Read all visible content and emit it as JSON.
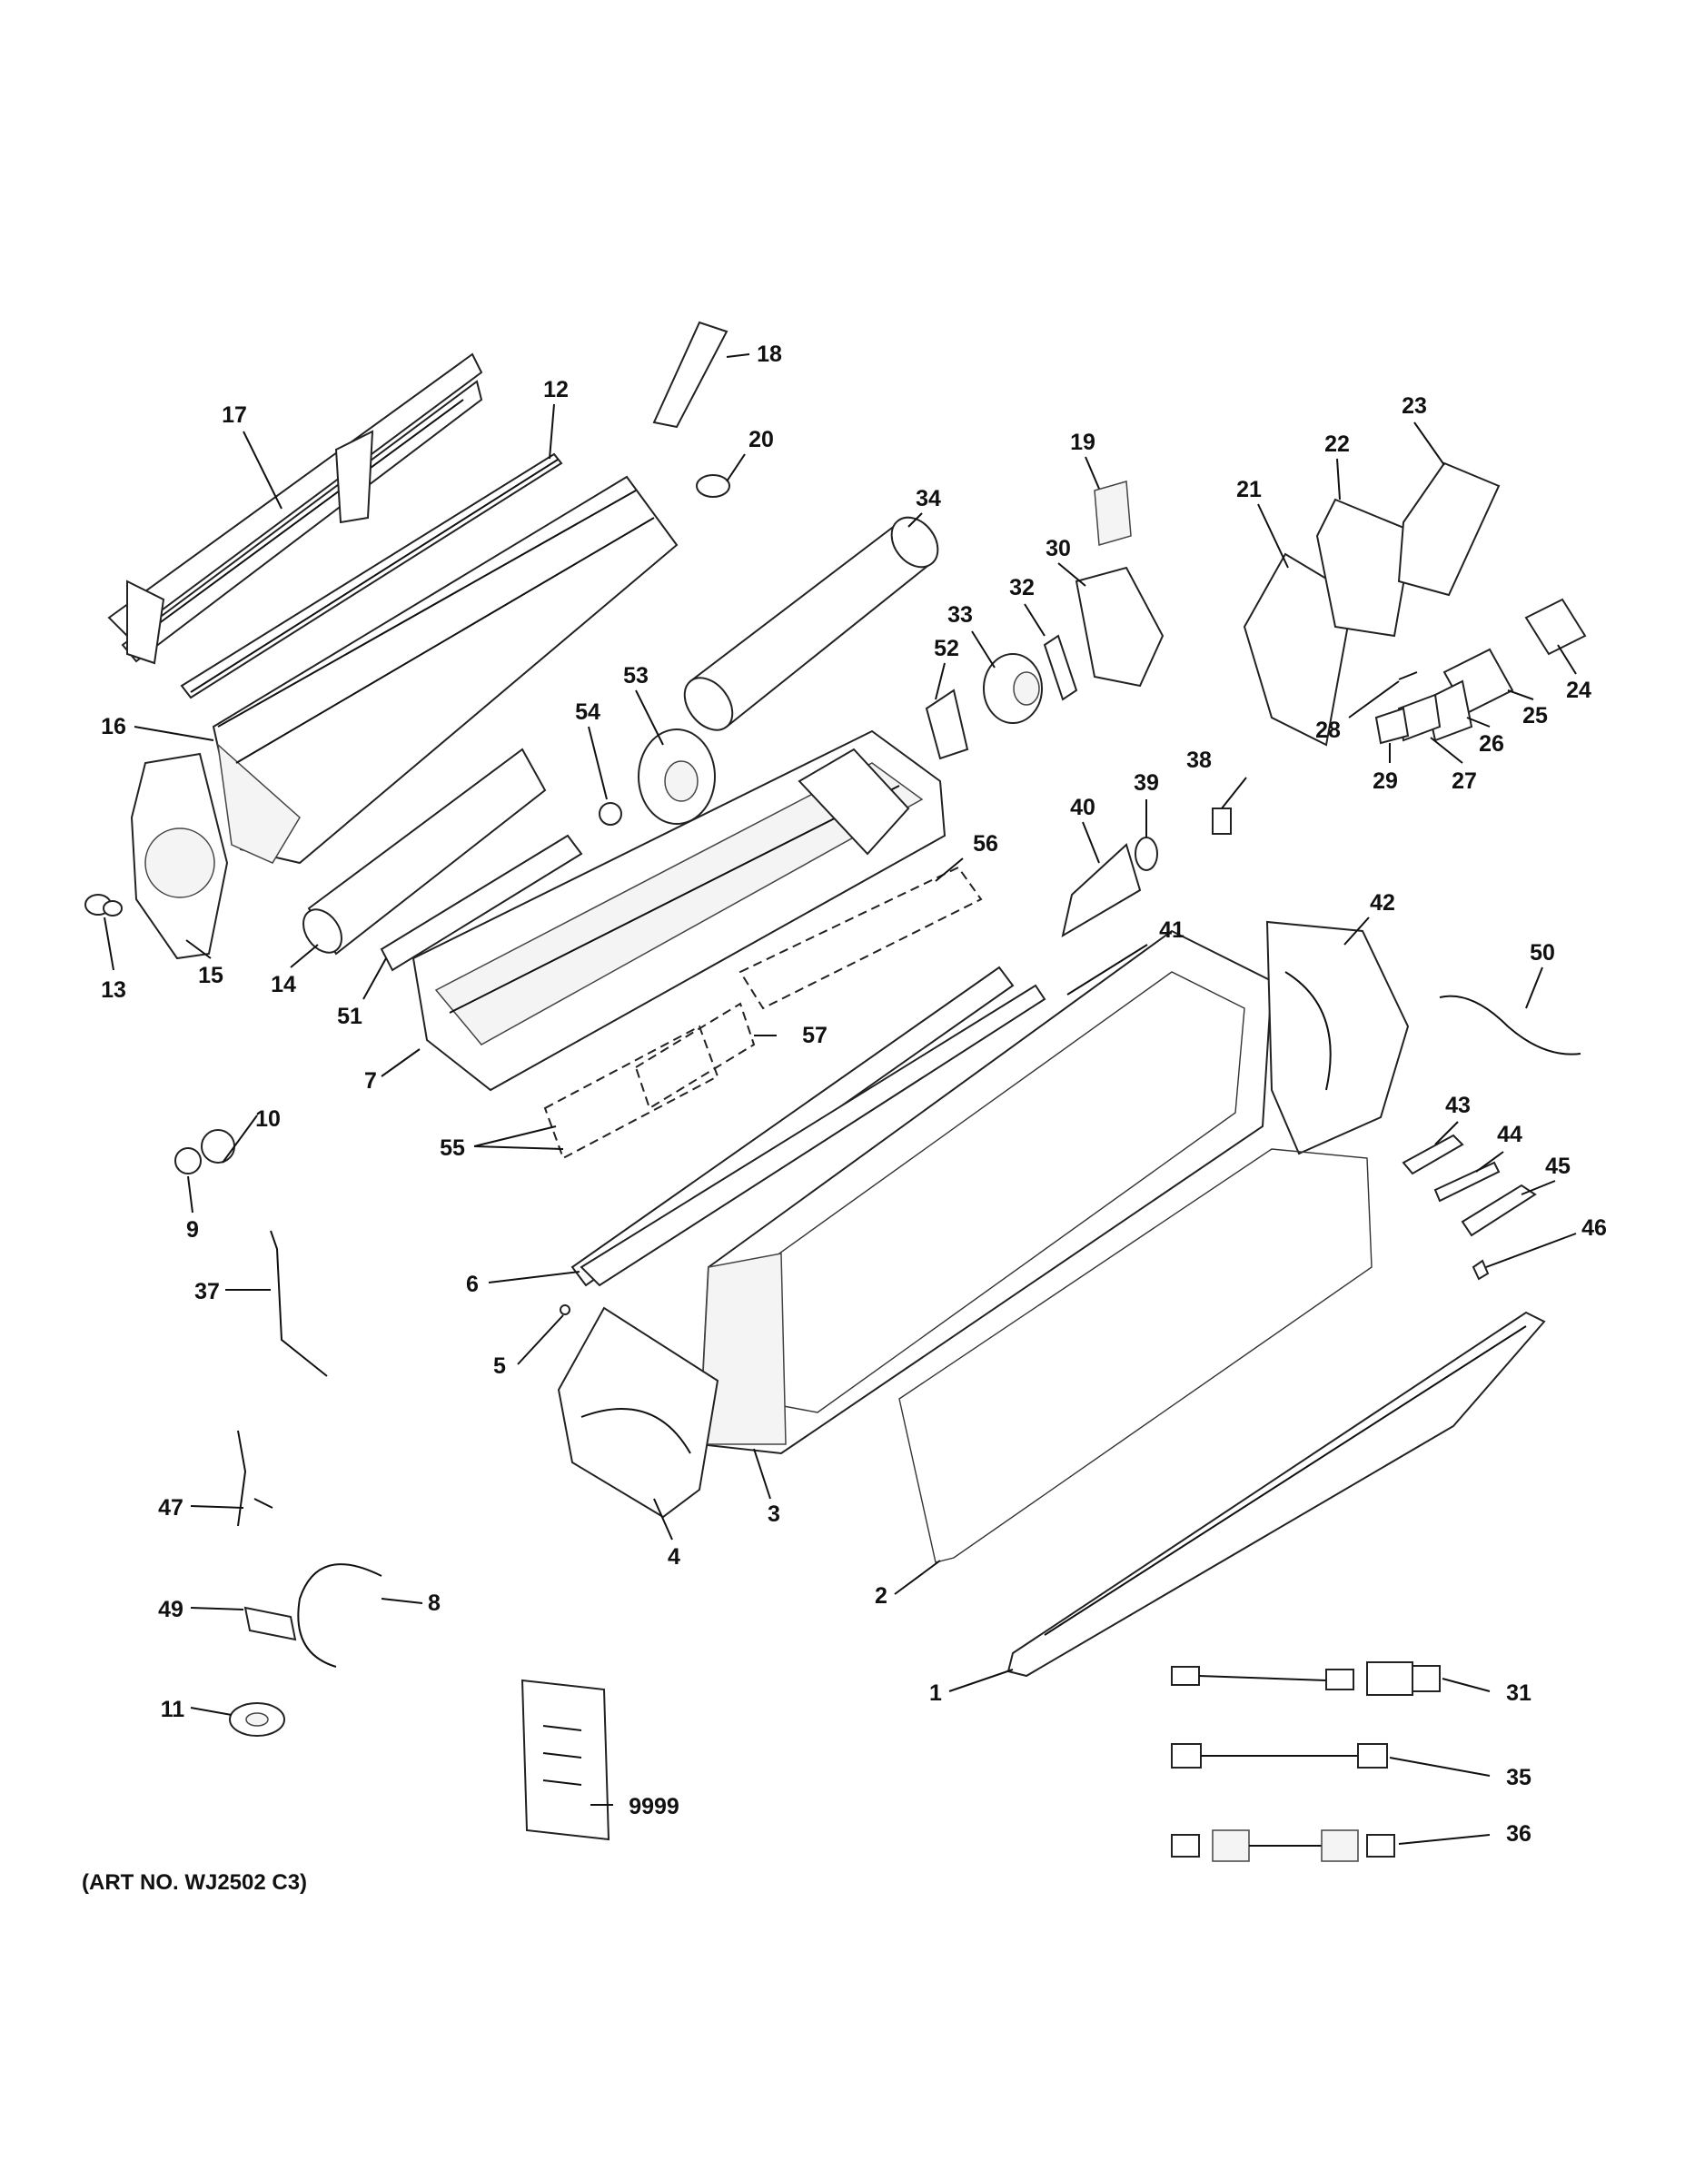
{
  "art_number": "(ART NO. WJ2502 C3)",
  "callouts": [
    "1",
    "2",
    "3",
    "4",
    "5",
    "6",
    "7",
    "8",
    "9",
    "10",
    "11",
    "12",
    "13",
    "14",
    "15",
    "16",
    "17",
    "18",
    "19",
    "20",
    "21",
    "22",
    "23",
    "24",
    "25",
    "26",
    "27",
    "28",
    "29",
    "30",
    "31",
    "32",
    "33",
    "34",
    "35",
    "36",
    "37",
    "38",
    "39",
    "40",
    "41",
    "42",
    "43",
    "44",
    "45",
    "46",
    "47",
    "49",
    "50",
    "51",
    "52",
    "53",
    "54",
    "55",
    "56",
    "57",
    "9999"
  ]
}
